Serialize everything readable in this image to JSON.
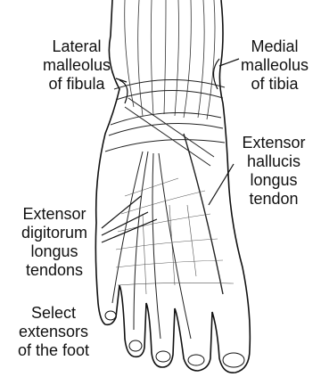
{
  "diagram": {
    "labels": {
      "lateral_malleolus": "Lateral\nmalleolus\nof fibula",
      "medial_malleolus": "Medial\nmalleolus\nof tibia",
      "extensor_hallucis": "Extensor\nhallucis\nlongus\ntendon",
      "extensor_digitorum": "Extensor\ndigitorum\nlongus\ntendons"
    },
    "caption": "Select\nextensors\nof the foot",
    "colors": {
      "ink": "#111111",
      "background": "#ffffff"
    }
  }
}
